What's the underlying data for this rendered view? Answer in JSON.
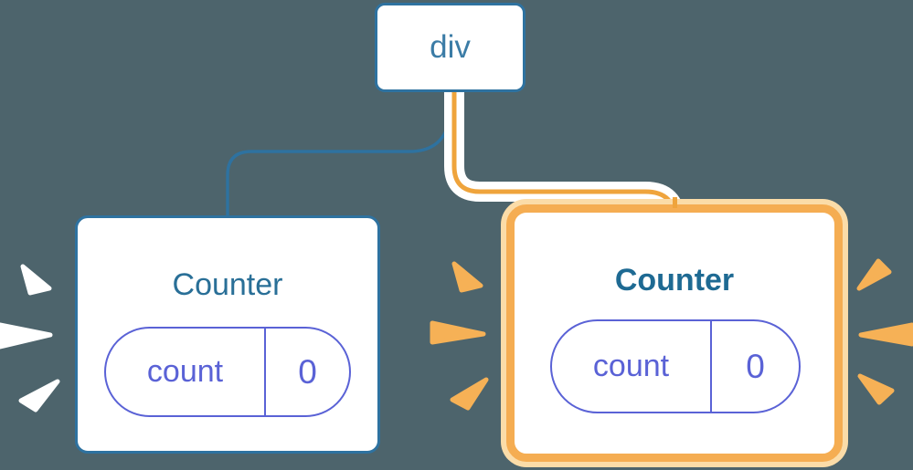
{
  "diagram": {
    "description": "React component tree: div root with two Counter children; right Counter highlighted as re-rendered with state update",
    "root": {
      "label": "div"
    },
    "children": [
      {
        "label": "Counter",
        "highlighted": false,
        "state": {
          "name": "count",
          "value": "0"
        }
      },
      {
        "label": "Counter",
        "highlighted": true,
        "state": {
          "name": "count",
          "value": "0"
        }
      }
    ]
  },
  "colors": {
    "background": "#4D646C",
    "node_border_blue": "#2E72A0",
    "node_text_blue": "#3B7CA6",
    "title_text_blue": "#296F97",
    "title_text_blue_bold": "#1E6A93",
    "pill_purple": "#5A62D6",
    "edge_blue": "#2E72A0",
    "edge_orange": "#EFA43C",
    "edge_casing_white": "#FFFFFF",
    "highlight_border_orange": "#F5AD52",
    "highlight_halo_orange": "#FBDCA8",
    "burst_orange": "#F6B156",
    "burst_white": "#FFFFFF"
  }
}
